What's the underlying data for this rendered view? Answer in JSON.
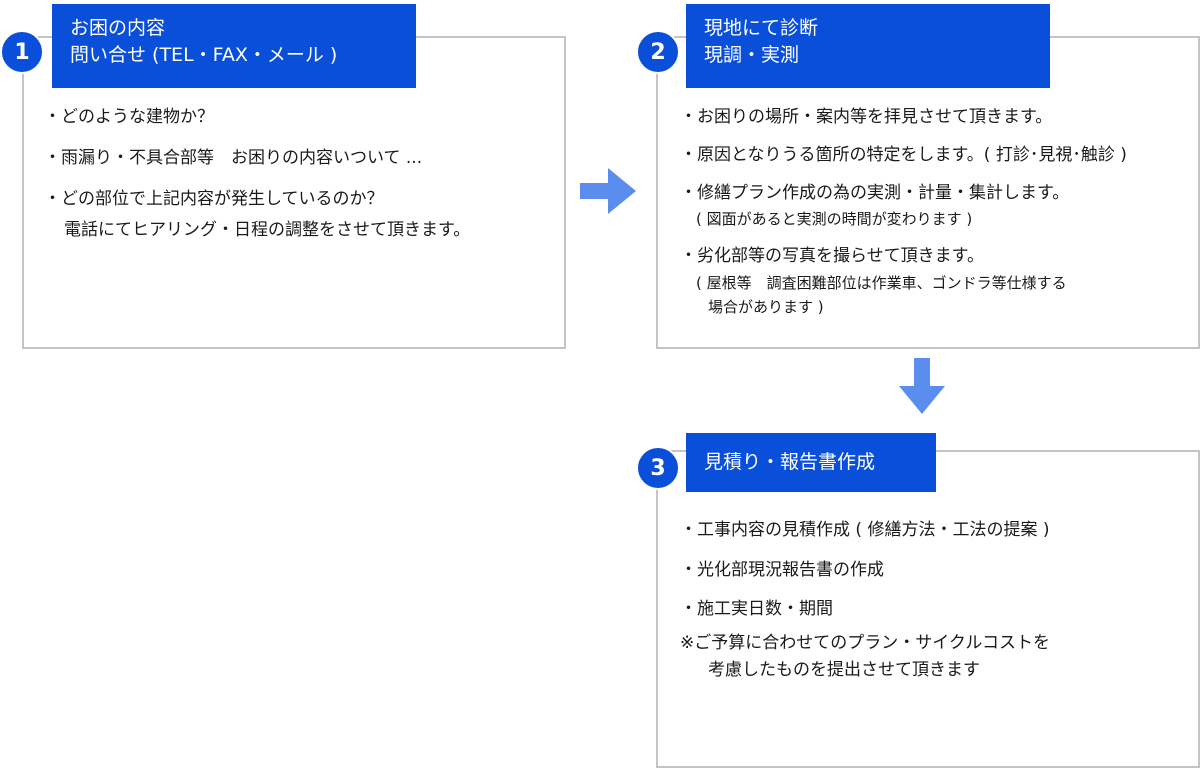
{
  "steps": [
    {
      "number": "1",
      "title_lines": [
        "お困の内容",
        "問い合せ (TEL・FAX・メール )"
      ],
      "items": [
        {
          "text": "・どのような建物か？"
        },
        {
          "text": "・雨漏り・不具合部等　お困りの内容いついて ..."
        },
        {
          "text": "・どの部位で上記内容が発生しているのか？"
        },
        {
          "text": "電話にてヒアリング・日程の調整をさせて頂きます。"
        }
      ]
    },
    {
      "number": "2",
      "title_lines": [
        "現地にて診断",
        "現調・実測"
      ],
      "items": [
        {
          "text": "・お困りの場所・案内等を拝見させて頂きます。"
        },
        {
          "text": "・原因となりうる箇所の特定をします。( 打診･見視･触診 )"
        },
        {
          "text": "・修繕プラン作成の為の実測・計量・集計します。"
        },
        {
          "text": "( 図面があると実測の時間が変わります )"
        },
        {
          "text": "・劣化部等の写真を撮らせて頂きます。"
        },
        {
          "text": "( 屋根等　調査困難部位は作業車、ゴンドラ等仕様する"
        },
        {
          "text": "場合があります )"
        }
      ]
    },
    {
      "number": "3",
      "title_lines": [
        "見積り・報告書作成"
      ],
      "items": [
        {
          "text": "・工事内容の見積作成 ( 修繕方法・工法の提案 )"
        },
        {
          "text": "・光化部現況報告書の作成"
        },
        {
          "text": "・施工実日数・期間"
        },
        {
          "text": "※ご予算に合わせてのプラン・サイクルコストを"
        },
        {
          "text": "考慮したものを提出させて頂きます"
        }
      ]
    }
  ],
  "colors": {
    "accent": "#0a4fd9",
    "arrow": "#5b8def",
    "border": "#c4c4c4"
  },
  "icons": {
    "arrow_right": "arrow-right-icon",
    "arrow_down": "arrow-down-icon"
  }
}
